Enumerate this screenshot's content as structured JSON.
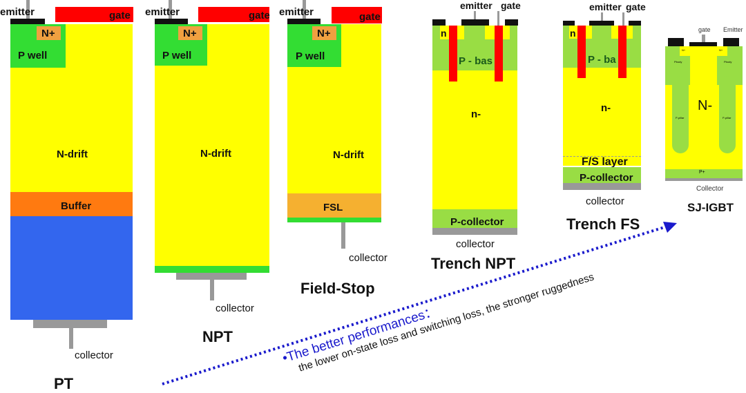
{
  "pt": {
    "emitter": "emitter",
    "gate": "gate",
    "nplus": "N+",
    "pwell": "P well",
    "drift": "N-drift",
    "buffer": "Buffer",
    "collector": "collector",
    "title": "PT"
  },
  "npt": {
    "emitter": "emitter",
    "gate": "gate",
    "nplus": "N+",
    "pwell": "P well",
    "drift": "N-drift",
    "collector": "collector",
    "title": "NPT"
  },
  "fs": {
    "emitter": "emitter",
    "gate": "gate",
    "nplus": "N+",
    "pwell": "P well",
    "drift": "N-drift",
    "fsl": "FSL",
    "collector": "collector",
    "title": "Field-Stop"
  },
  "tnpt": {
    "emitter": "emitter",
    "gate": "gate",
    "n": "n",
    "pbase": "P - bas",
    "drift": "n-",
    "pcollector": "P-collector",
    "collector": "collector",
    "title": "Trench NPT"
  },
  "tfs": {
    "emitter": "emitter",
    "gate": "gate",
    "n": "n",
    "pbase": "P - ba",
    "drift": "n-",
    "fslayer": "F/S layer",
    "pcollector": "P-collector",
    "collector": "collector",
    "title": "Trench FS"
  },
  "sj": {
    "gate": "gate",
    "emitter": "Emitter",
    "drift": "N-",
    "pplus": "P+",
    "collector": "Collector",
    "title": "SJ-IGBT",
    "nplus": "N+",
    "pbody": "Pbody",
    "pillar": "P-pillar"
  },
  "arrow": {
    "heading": "•The better performances：",
    "detail": "the lower on-state loss and switching loss, the stronger ruggedness",
    "color": "#1a1acc"
  }
}
